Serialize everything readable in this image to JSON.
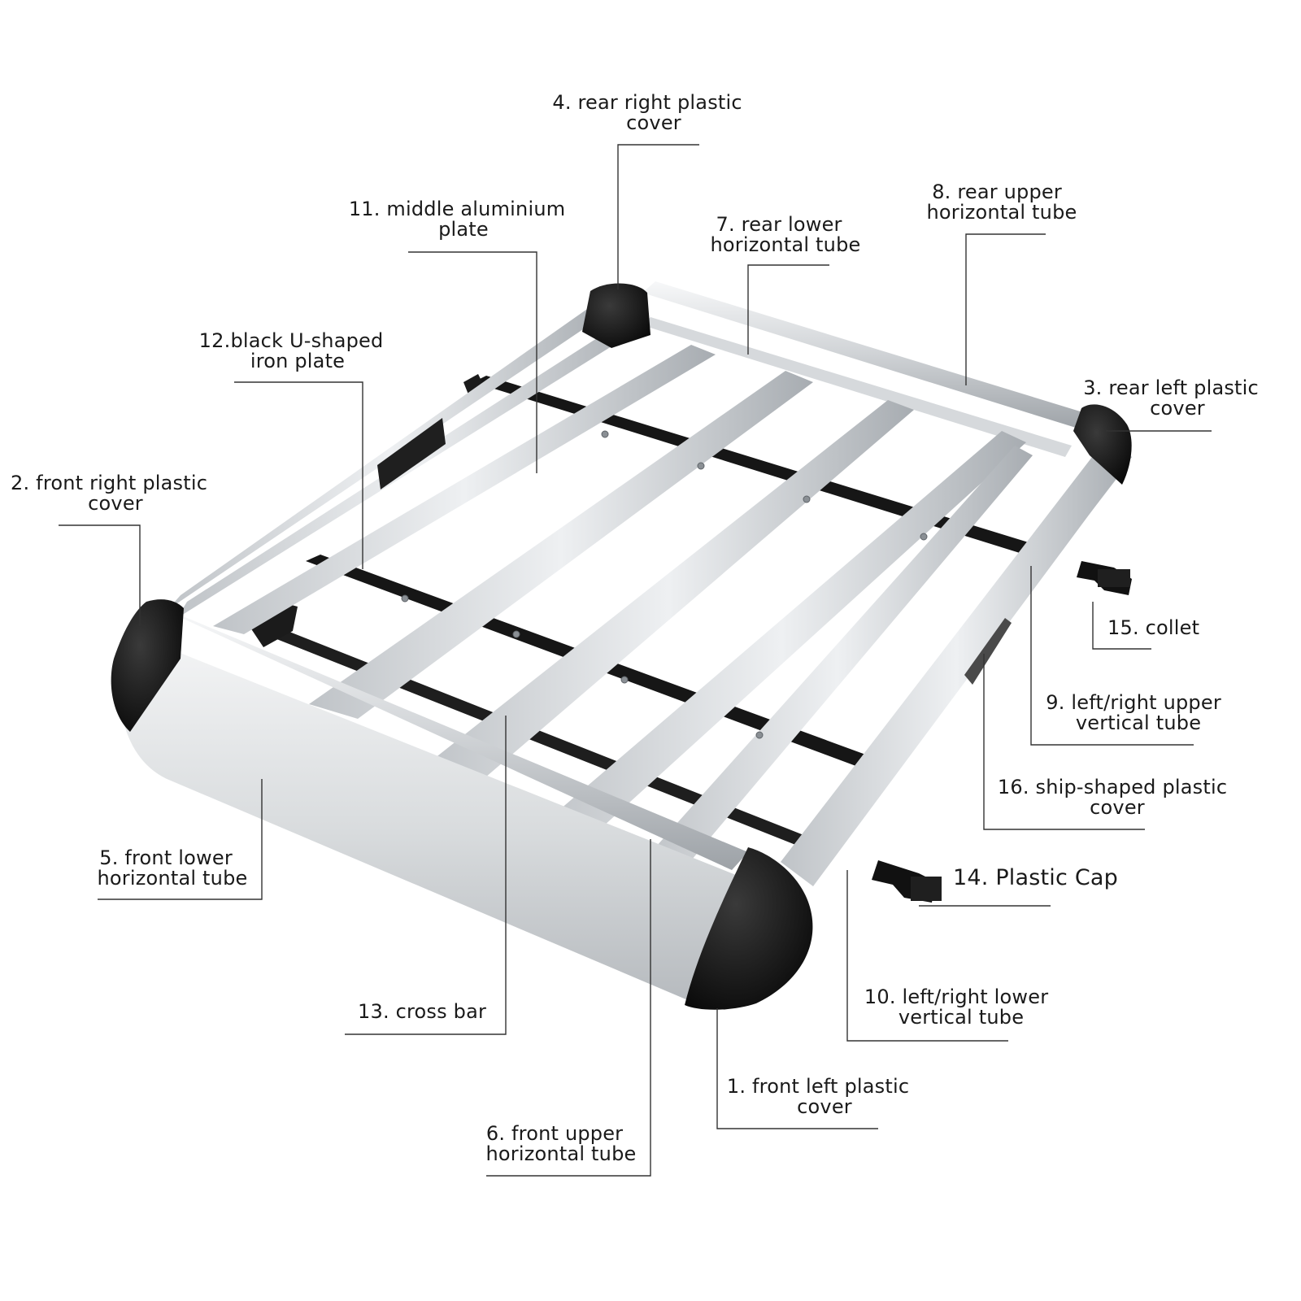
{
  "labels": {
    "l1": [
      "1.  front left plastic",
      "cover"
    ],
    "l2": [
      "2.  front right plastic",
      "cover"
    ],
    "l3": [
      "3.  rear left plastic",
      "cover"
    ],
    "l4": [
      "4.  rear right plastic",
      "cover"
    ],
    "l5": [
      "5.  front lower",
      "horizontal tube"
    ],
    "l6": [
      "6.   front upper",
      "horizontal tube"
    ],
    "l7": [
      "7.   rear lower",
      "horizontal tube"
    ],
    "l8": [
      "8.   rear upper",
      "horizontal tube"
    ],
    "l9": [
      "9.   left/right upper",
      "vertical tube"
    ],
    "l10": [
      "10.   left/right lower",
      "vertical tube"
    ],
    "l11": [
      "11.  middle aluminium",
      "plate"
    ],
    "l12": [
      "12.black U-shaped",
      "iron plate"
    ],
    "l13": [
      "13.   cross bar"
    ],
    "l14": [
      "14.   Plastic Cap"
    ],
    "l15": [
      "15.   collet"
    ],
    "l16": [
      "16.   ship-shaped plastic",
      "cover"
    ]
  },
  "colors": {
    "aluminium_light": "#e6e8ea",
    "aluminium_dark": "#a9adb1",
    "plastic_black": "#111111",
    "iron_black": "#1b1b1b",
    "leader_line": "#333333"
  }
}
